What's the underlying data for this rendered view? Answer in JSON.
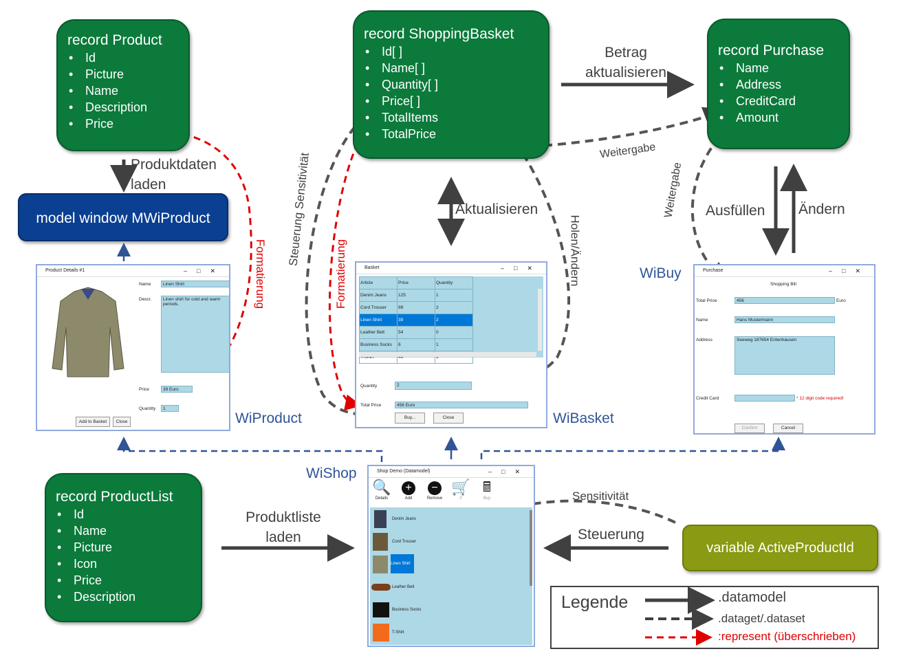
{
  "product": {
    "title": "record Product",
    "fields": [
      "Id",
      "Picture",
      "Name",
      "Description",
      "Price"
    ]
  },
  "basket": {
    "title": "record ShoppingBasket",
    "fields": [
      "Id[ ]",
      "Name[ ]",
      "Quantity[ ]",
      "Price[ ]",
      "TotalItems",
      "TotalPrice"
    ]
  },
  "purchase": {
    "title": "record Purchase",
    "fields": [
      "Name",
      "Address",
      "CreditCard",
      "Amount"
    ]
  },
  "productlist": {
    "title": "record ProductList",
    "fields": [
      "Id",
      "Name",
      "Picture",
      "Icon",
      "Price",
      "Description"
    ]
  },
  "model_window": "model window MWiProduct",
  "variable": "variable ActiveProductId",
  "labels": {
    "produktdaten": "Produktdaten",
    "laden": "laden",
    "betrag": "Betrag",
    "aktualisieren_small": "aktualisieren",
    "aktualisieren": "Aktualisieren",
    "ausfuellen": "Ausfüllen",
    "aendern": "Ändern",
    "produktliste": "Produktliste",
    "laden2": "laden",
    "steuerung": "Steuerung",
    "sensitivitaet": "Sensitivität",
    "weitergabe1": "Weitergabe",
    "weitergabe2": "Weitergabe",
    "formatierung1": "Formatierung",
    "formatierung2": "Formatierung",
    "steuerung_sens": "Steuerung Sensitivität",
    "holen": "Holen/Ändern"
  },
  "window_names": {
    "wiproduct": "WiProduct",
    "wibasket": "WiBasket",
    "wibuy": "WiBuy",
    "wishop": "WiShop"
  },
  "legend": {
    "title": "Legende",
    "items": [
      ".datamodel",
      ".dataget/.dataset",
      ":represent (überschrieben)"
    ]
  },
  "win_product": {
    "title": "Product Details #1",
    "name_label": "Name",
    "name_value": "Linen Shirt",
    "descr_label": "Descr.",
    "descr_value": "Linen shirt for cold and warm periods.",
    "price_label": "Price",
    "price_value": "39 Euro",
    "qty_label": "Quantity",
    "qty_value": "1",
    "add_btn": "Add to Basket",
    "close_btn": "Close"
  },
  "win_basket": {
    "title": "Basket",
    "columns": [
      "Article",
      "Price",
      "Quantity"
    ],
    "rows": [
      [
        "Denim Jeans",
        "125",
        "1"
      ],
      [
        "Cord Trouser",
        "99",
        "2"
      ],
      [
        "Linen Shirt",
        "39",
        "2"
      ],
      [
        "Leather Belt",
        "54",
        "0"
      ],
      [
        "Business Socks",
        "6",
        "1"
      ],
      [
        "T-Shirt",
        "49",
        "1"
      ]
    ],
    "qty_label": "Quantity",
    "qty_value": "2",
    "total_label": "Total Price",
    "total_value": "456 Euro",
    "buy_btn": "Buy...",
    "close_btn": "Close"
  },
  "win_purchase": {
    "title": "Purchase",
    "heading": "Shopping Bill",
    "total_label": "Total Price",
    "total_value": "456",
    "total_unit": "Euro",
    "name_label": "Name",
    "name_value": "Hans Mustermann",
    "address_label": "Address",
    "address_value": "Seeweg 187654 Entenhausen",
    "cc_label": "Credit Card",
    "cc_error": "* 12 digit code required!",
    "confirm_btn": "Confirm",
    "cancel_btn": "Cancel"
  },
  "win_shop": {
    "title": "Shop Demo (Datamodel)",
    "toolbar": [
      "Details",
      "Add",
      "Remove",
      "0",
      "Buy"
    ],
    "items": [
      "Denim Jeans",
      "Cord Trouser",
      "Linen Shirt",
      "Leather Belt",
      "Business Socks",
      "T-Shirt"
    ]
  }
}
